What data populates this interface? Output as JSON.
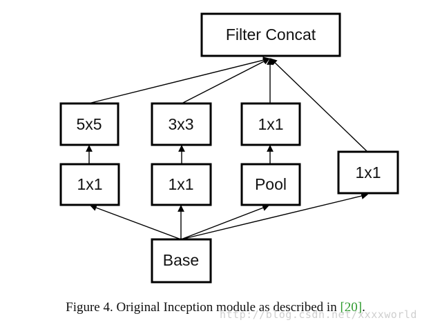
{
  "diagram": {
    "nodes": {
      "filter_concat": "Filter Concat",
      "conv5x5": "5x5",
      "conv3x3": "3x3",
      "conv1x1_top": "1x1",
      "conv1x1_a": "1x1",
      "conv1x1_b": "1x1",
      "pool": "Pool",
      "conv1x1_right": "1x1",
      "base": "Base"
    }
  },
  "caption": {
    "prefix": "Figure 4. Original Inception module as described in ",
    "ref": "[20]",
    "suffix": "."
  },
  "watermark": "http://blog.csdn.net/xxxxworld",
  "colors": {
    "stroke": "#000000",
    "reference": "#2e9a2e",
    "watermark": "#cfcfcf"
  }
}
